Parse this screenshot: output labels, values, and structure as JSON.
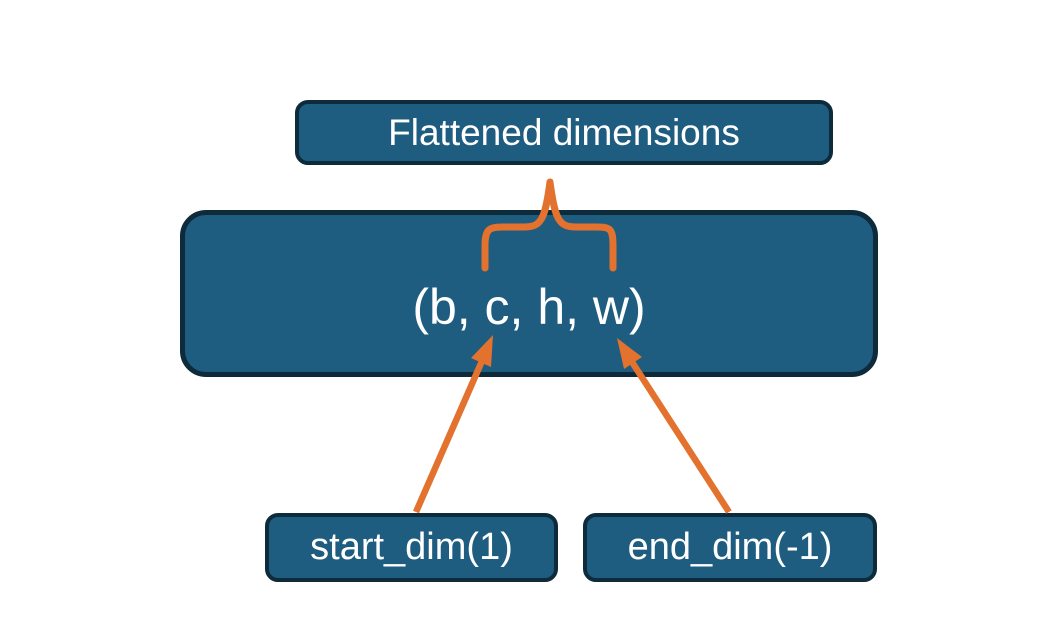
{
  "diagram": {
    "title_box": {
      "label": "Flattened dimensions"
    },
    "tensor_box": {
      "label": "(b, c, h, w)"
    },
    "start_box": {
      "label": "start_dim(1)"
    },
    "end_box": {
      "label": "end_dim(-1)"
    },
    "connectors": {
      "brace": "brace grouping c,h,w under Flattened dimensions",
      "start_arrow": "arrow from start_dim(1) to dimension c",
      "end_arrow": "arrow from end_dim(-1) to dimension w"
    },
    "colors": {
      "box_fill": "#1e5c80",
      "box_border": "#0d2b3a",
      "connector": "#e2722e",
      "text": "#ffffff",
      "background": "#ffffff"
    }
  }
}
